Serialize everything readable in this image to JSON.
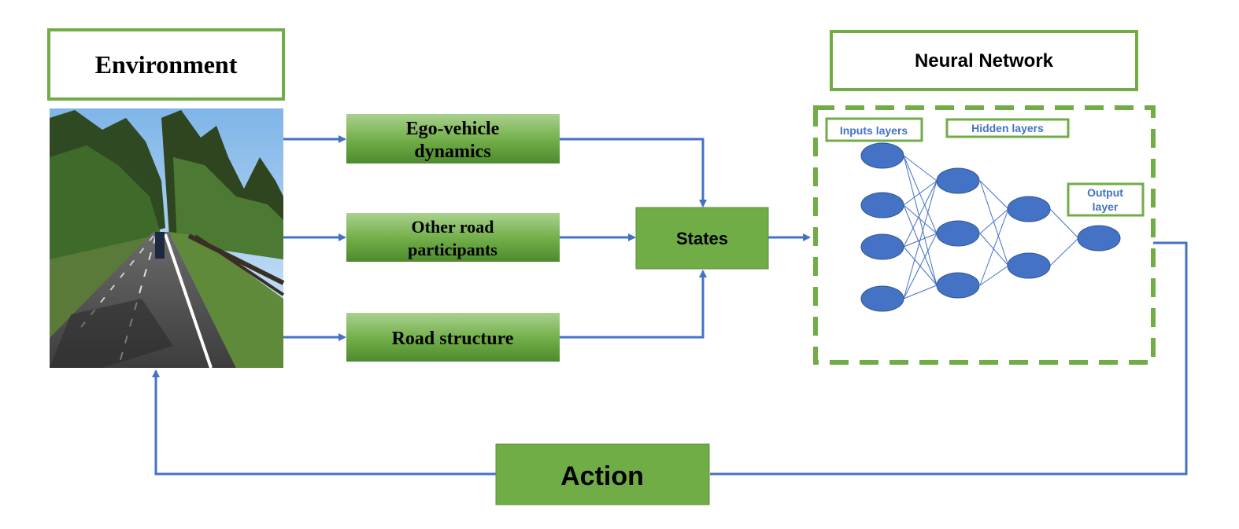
{
  "environment": {
    "title": "Environment"
  },
  "features": {
    "ego": {
      "line1": "Ego-vehicle",
      "line2": "dynamics"
    },
    "other": {
      "line1": "Other road",
      "line2": "participants"
    },
    "road": {
      "label": "Road structure"
    }
  },
  "states": {
    "label": "States"
  },
  "neural_network": {
    "title": "Neural Network",
    "inputs_label": "Inputs layers",
    "hidden_label": "Hidden layers",
    "output_label_line1": "Output",
    "output_label_line2": "layer"
  },
  "action": {
    "label": "Action"
  },
  "colors": {
    "arrow_blue": "#4472c4",
    "green_border": "#70ad47",
    "green_fill": "#70ad47",
    "node_fill": "#4472c4",
    "nn_label_text": "#4472c4"
  },
  "images": {
    "road_scene": "road-scene-photo"
  }
}
